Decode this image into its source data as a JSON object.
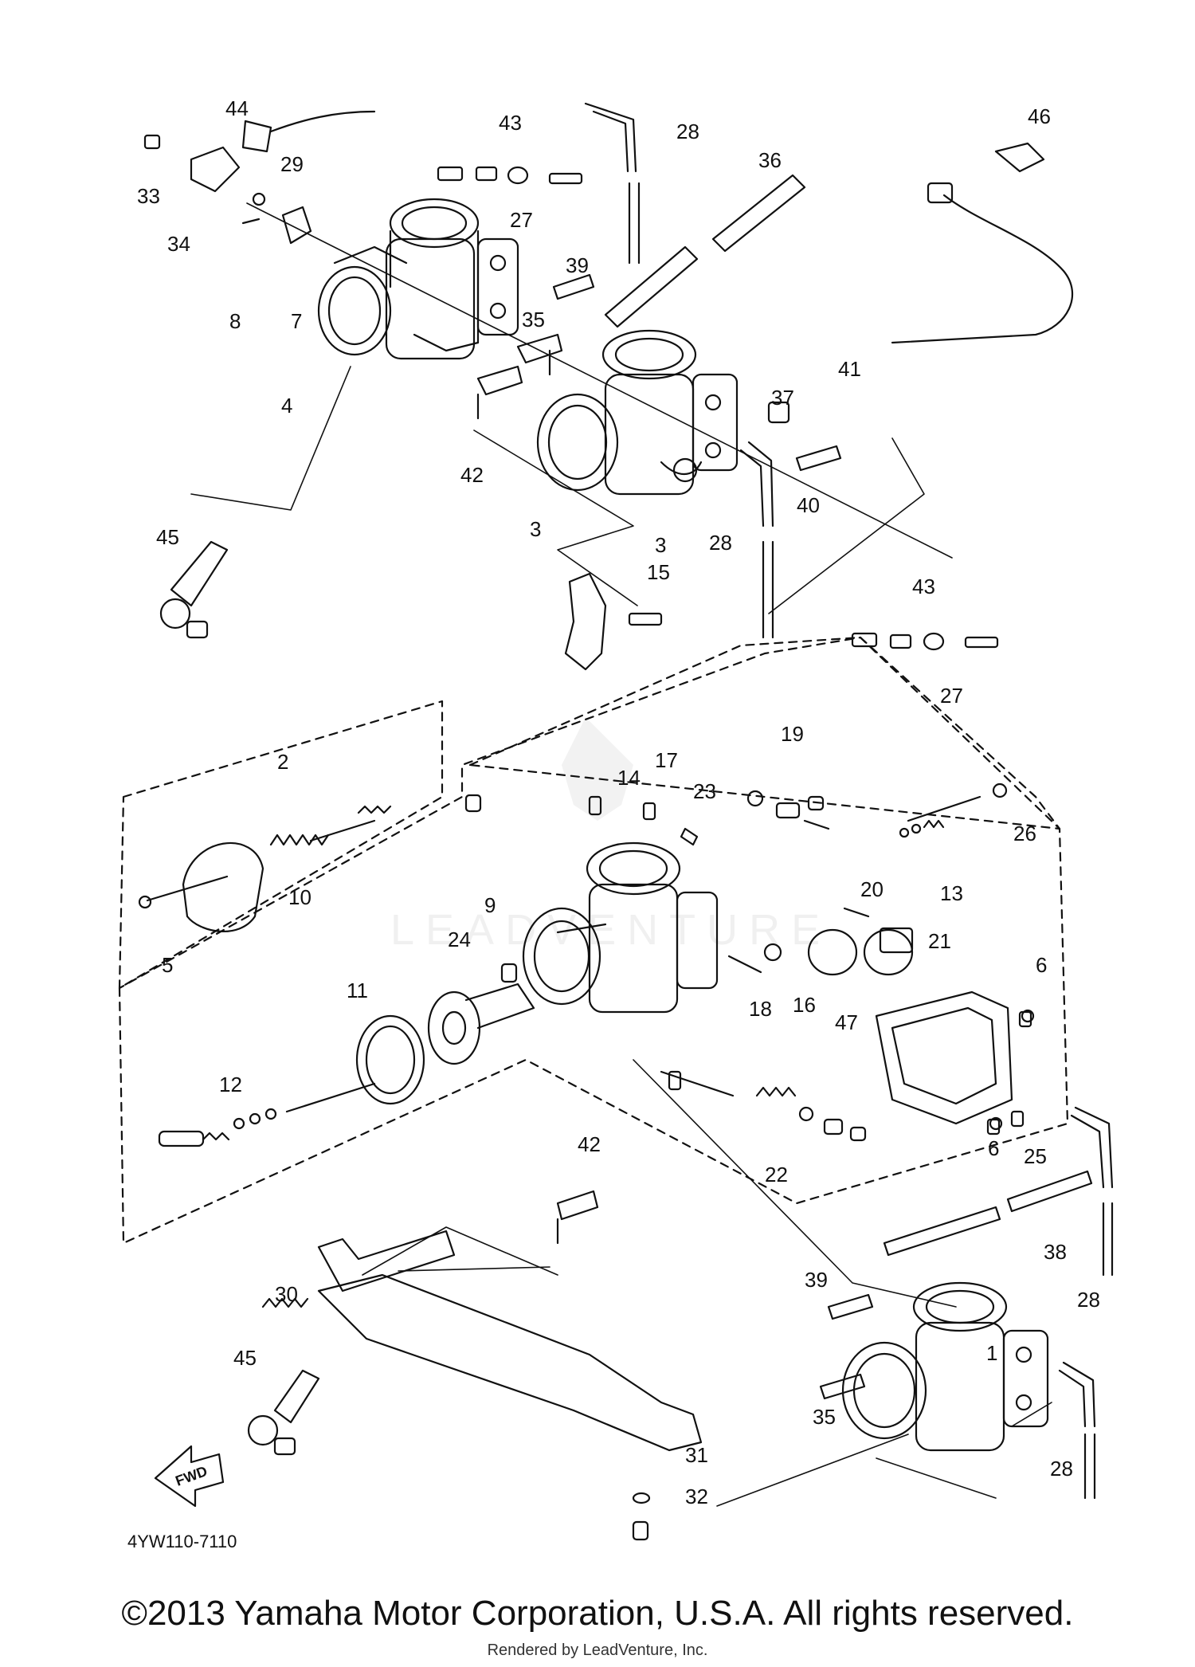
{
  "diagram": {
    "drawing_code": "4YW110-7110",
    "fwd_label": "FWD",
    "watermark": "LEADVENTURE",
    "callouts": [
      "1",
      "2",
      "3",
      "3",
      "4",
      "5",
      "6",
      "6",
      "7",
      "8",
      "9",
      "10",
      "11",
      "12",
      "13",
      "14",
      "15",
      "16",
      "17",
      "18",
      "19",
      "20",
      "21",
      "22",
      "23",
      "24",
      "25",
      "26",
      "27",
      "27",
      "28",
      "28",
      "28",
      "28",
      "29",
      "30",
      "31",
      "32",
      "33",
      "34",
      "35",
      "35",
      "36",
      "37",
      "38",
      "39",
      "39",
      "40",
      "41",
      "42",
      "42",
      "43",
      "43",
      "44",
      "45",
      "45",
      "46",
      "47"
    ]
  },
  "footer": {
    "copyright": "©2013 Yamaha Motor Corporation, U.S.A. All rights reserved.",
    "rendered_by": "Rendered by LeadVenture, Inc."
  }
}
